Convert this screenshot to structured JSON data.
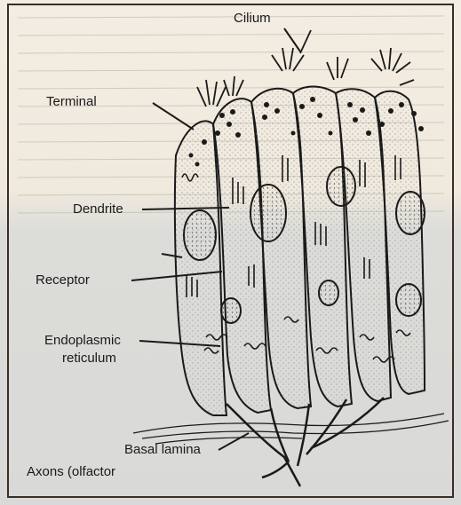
{
  "labels": {
    "cilium": "Cilium",
    "terminal": "Terminal",
    "dendrite": "Dendrite",
    "receptor": "Receptor",
    "endoplasmic_line1": "Endoplasmic",
    "endoplasmic_line2": "reticulum",
    "basal_lamina": "Basal lamina",
    "axons": "Axons (olfactor"
  },
  "colors": {
    "ink": "#1a1a1a",
    "paper": "#efe9de",
    "stipple": "#9a9a9a"
  }
}
